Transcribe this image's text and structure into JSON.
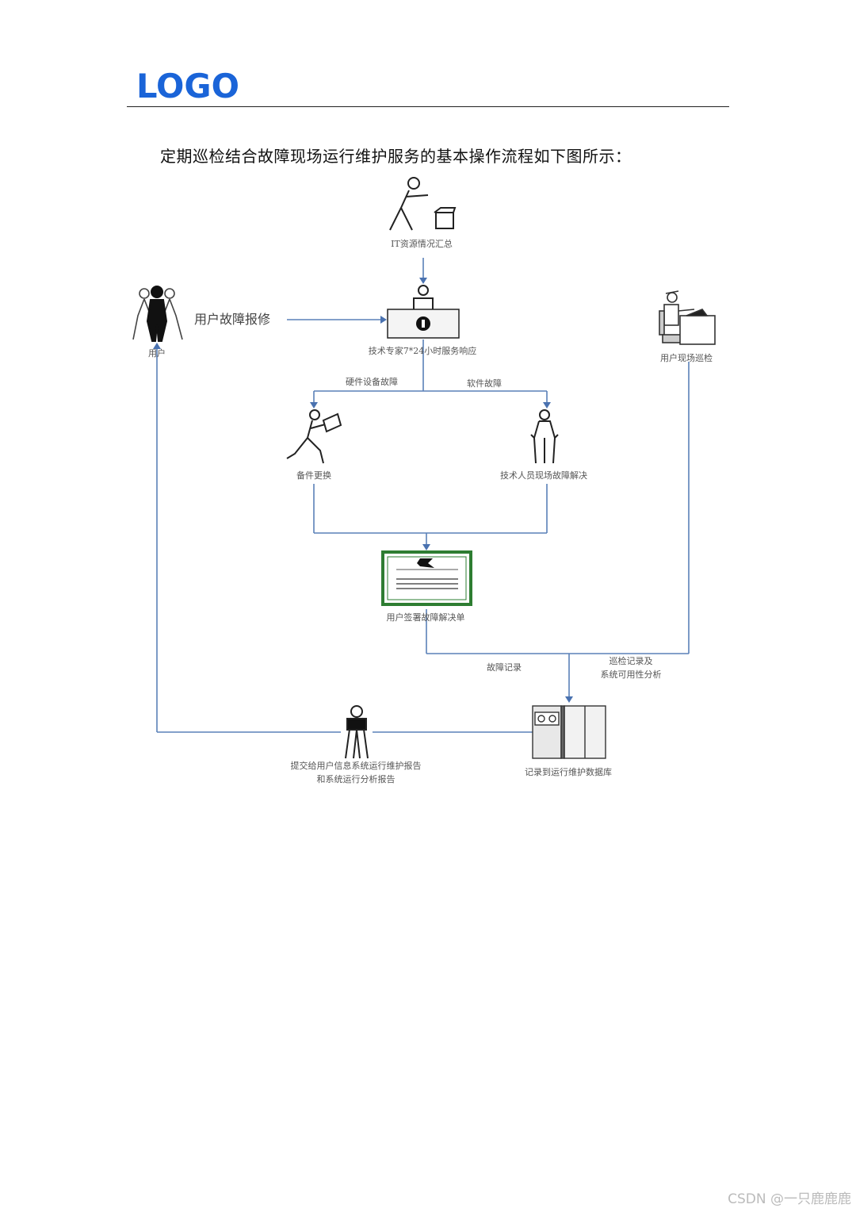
{
  "header": {
    "logo_text": "LOGO",
    "brand_color": "#1a64d8"
  },
  "intro_text": "定期巡检结合故障现场运行维护服务的基本操作流程如下图所示：",
  "diagram": {
    "nodes": {
      "it_summary": "IT资源情况汇总",
      "users": "用户",
      "user_report": "用户故障报修",
      "expert_response": "技术专家7*24小时服务响应",
      "onsite_inspection": "用户现场巡检",
      "hardware_fault": "硬件设备故障",
      "software_fault": "软件故障",
      "spare_replace": "备件更换",
      "tech_onsite": "技术人员现场故障解决",
      "sign_form": "用户签署故障解决单",
      "fault_record": "故障记录",
      "inspection_record_line1": "巡检记录及",
      "inspection_record_line2": "系统可用性分析",
      "report_line1": "提交给用户信息系统运行维护报告",
      "report_line2": "和系统运行分析报告",
      "database": "记录到运行维护数据库"
    },
    "colors": {
      "connector": "#5a80b8",
      "certificate_border": "#2e7d32"
    }
  },
  "watermark": "CSDN @一只鹿鹿鹿"
}
